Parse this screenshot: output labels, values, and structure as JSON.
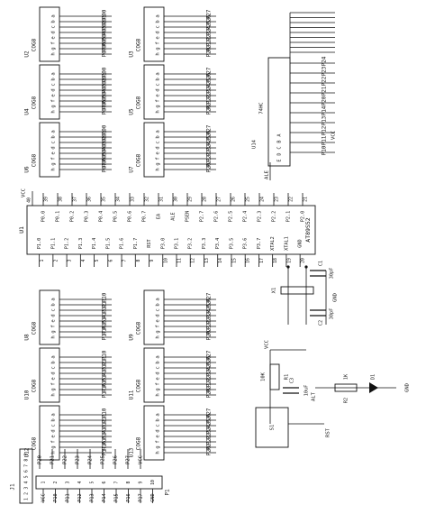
{
  "diagram": {
    "p0_nets": [
      "P00",
      "P01",
      "P02",
      "P03",
      "P04",
      "P05",
      "P06",
      "P07"
    ],
    "p2_nets": [
      "P27",
      "P26",
      "P25",
      "P24",
      "P23",
      "P22",
      "P21",
      "P20"
    ],
    "p1_nets": [
      "P10",
      "P11",
      "P12",
      "P13",
      "P14",
      "P15",
      "P16",
      "P17"
    ],
    "seg_pins": [
      "a",
      "b",
      "c",
      "d",
      "e",
      "f",
      "g",
      "h"
    ],
    "decoder_nets": [
      "P24",
      "P23",
      "P22",
      "P21",
      "P20",
      "P14",
      "P13",
      "P12",
      "P11",
      "P10"
    ],
    "mcu": {
      "name": "AT89S52",
      "ref": "U1",
      "upper_pins": [
        "P0.0",
        "P0.1",
        "P0.2",
        "P0.3",
        "P0.4",
        "P0.5",
        "P0.6",
        "P0.7",
        "EA",
        "ALE",
        "PSEN",
        "P2.7",
        "P2.6",
        "P2.5",
        "P2.4",
        "P2.3",
        "P2.2",
        "P2.1",
        "P2.0"
      ],
      "lower_pins": [
        "P1.0",
        "P1.1",
        "P1.2",
        "P1.3",
        "P1.4",
        "P1.5",
        "P1.6",
        "P1.7",
        "RST",
        "P3.0",
        "P3.1",
        "P3.2",
        "P3.3",
        "P3.4",
        "P3.5",
        "P3.6",
        "P3.7",
        "XTAL2",
        "XTAL1",
        "GND"
      ],
      "upper_nums": [
        "39",
        "38",
        "37",
        "36",
        "35",
        "34",
        "33",
        "32",
        "31",
        "30",
        "29",
        "28",
        "27",
        "26",
        "25",
        "24",
        "23",
        "22",
        "21"
      ],
      "lower_nums": [
        "1",
        "2",
        "3",
        "4",
        "5",
        "6",
        "7",
        "8",
        "9",
        "10",
        "11",
        "12",
        "13",
        "14",
        "15",
        "16",
        "17",
        "18",
        "19",
        "20"
      ],
      "vcc_pin": "40",
      "vcc_label": "VCC"
    },
    "connector_j": {
      "ref": "J1",
      "nums": [
        "9",
        "8",
        "7",
        "6",
        "5",
        "4",
        "3",
        "2",
        "1"
      ],
      "nets": [
        "P20",
        "P21",
        "P22",
        "P23",
        "P24",
        "P25",
        "P26",
        "P27",
        "VCC"
      ]
    },
    "connector_p": {
      "ref": "P1",
      "nums": [
        "1",
        "2",
        "3",
        "4",
        "5",
        "6",
        "7",
        "8",
        "9",
        "10"
      ],
      "nets": [
        "VCC",
        "P10",
        "P11",
        "P12",
        "P13",
        "P14",
        "P15",
        "P16",
        "P17",
        "GND"
      ]
    },
    "digit_refs": [
      "U2",
      "U3",
      "U4",
      "U5",
      "U6",
      "U7",
      "U8",
      "U9",
      "U10",
      "U11",
      "U12",
      "U13"
    ],
    "digit_part": "COG8",
    "osc": {
      "crystal_ref": "X1",
      "cap1_ref": "C1",
      "cap1_val": "30pF",
      "cap2_ref": "C2",
      "cap2_val": "30pF",
      "gnd_label": "GND"
    },
    "reset": {
      "cap_ref": "C3",
      "cap_val": "10uF",
      "res_ref": "R1",
      "res_val": "10K",
      "sw_ref": "S1",
      "vcc_label": "VCC",
      "gnd_label": "GND",
      "rst_label": "RST"
    },
    "led": {
      "res_ref": "R2",
      "res_val": "1K",
      "led_ref": "D1",
      "vcc_label": "VCC",
      "gnd_label": "GND",
      "alt_label": "ALT"
    },
    "decoder": {
      "ref": "U14",
      "part": "74HC",
      "pins": [
        "A",
        "B",
        "C",
        "D",
        "E"
      ],
      "in_label": "ALE"
    }
  }
}
